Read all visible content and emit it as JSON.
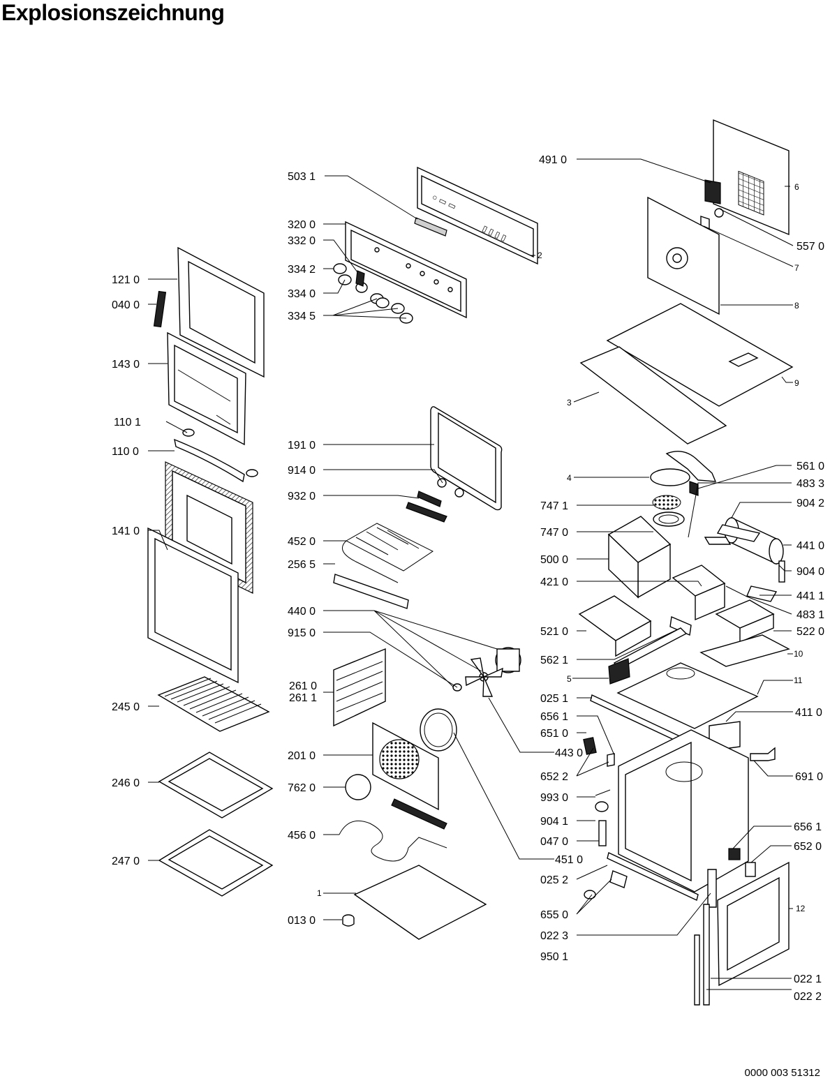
{
  "title": "Explosionszeichnung",
  "document_number": "0000 003 51312",
  "labels": [
    {
      "id": "l-4910",
      "text": "491 0"
    },
    {
      "id": "l-6",
      "text": "6"
    },
    {
      "id": "l-5031",
      "text": "503 1"
    },
    {
      "id": "l-5570",
      "text": "557 0"
    },
    {
      "id": "l-3200",
      "text": "320 0"
    },
    {
      "id": "l-3320",
      "text": "332 0"
    },
    {
      "id": "l-2",
      "text": "2"
    },
    {
      "id": "l-3342",
      "text": "334 2"
    },
    {
      "id": "l-7",
      "text": "7"
    },
    {
      "id": "l-1210",
      "text": "121 0"
    },
    {
      "id": "l-3340",
      "text": "334 0"
    },
    {
      "id": "l-0400",
      "text": "040 0"
    },
    {
      "id": "l-8",
      "text": "8"
    },
    {
      "id": "l-3345",
      "text": "334 5"
    },
    {
      "id": "l-1430",
      "text": "143 0"
    },
    {
      "id": "l-9",
      "text": "9"
    },
    {
      "id": "l-3",
      "text": "3"
    },
    {
      "id": "l-1101",
      "text": "110 1"
    },
    {
      "id": "l-1910",
      "text": "191 0"
    },
    {
      "id": "l-1100",
      "text": "110 0"
    },
    {
      "id": "l-9140",
      "text": "914 0"
    },
    {
      "id": "l-5610",
      "text": "561 0"
    },
    {
      "id": "l-4",
      "text": "4"
    },
    {
      "id": "l-4833",
      "text": "483 3"
    },
    {
      "id": "l-9320",
      "text": "932 0"
    },
    {
      "id": "l-7471",
      "text": "747 1"
    },
    {
      "id": "l-9042",
      "text": "904 2"
    },
    {
      "id": "l-1410",
      "text": "141 0"
    },
    {
      "id": "l-7470",
      "text": "747 0"
    },
    {
      "id": "l-4520",
      "text": "452 0"
    },
    {
      "id": "l-4410",
      "text": "441 0"
    },
    {
      "id": "l-5000",
      "text": "500 0"
    },
    {
      "id": "l-2565",
      "text": "256 5"
    },
    {
      "id": "l-9040",
      "text": "904 0"
    },
    {
      "id": "l-4210",
      "text": "421 0"
    },
    {
      "id": "l-4411",
      "text": "441 1"
    },
    {
      "id": "l-4400",
      "text": "440 0"
    },
    {
      "id": "l-4831",
      "text": "483 1"
    },
    {
      "id": "l-9150",
      "text": "915 0"
    },
    {
      "id": "l-5210",
      "text": "521 0"
    },
    {
      "id": "l-5220",
      "text": "522 0"
    },
    {
      "id": "l-10",
      "text": "10"
    },
    {
      "id": "l-5621",
      "text": "562 1"
    },
    {
      "id": "l-2610",
      "text": "261 0"
    },
    {
      "id": "l-2611",
      "text": "261 1"
    },
    {
      "id": "l-5",
      "text": "5"
    },
    {
      "id": "l-11",
      "text": "11"
    },
    {
      "id": "l-2450",
      "text": "245 0"
    },
    {
      "id": "l-0251",
      "text": "025 1"
    },
    {
      "id": "l-4110",
      "text": "411 0"
    },
    {
      "id": "l-6561a",
      "text": "656 1"
    },
    {
      "id": "l-6510",
      "text": "651 0"
    },
    {
      "id": "l-2010",
      "text": "201 0"
    },
    {
      "id": "l-4430",
      "text": "443 0"
    },
    {
      "id": "l-6522",
      "text": "652 2"
    },
    {
      "id": "l-6910",
      "text": "691 0"
    },
    {
      "id": "l-2460",
      "text": "246 0"
    },
    {
      "id": "l-7620",
      "text": "762 0"
    },
    {
      "id": "l-9930",
      "text": "993 0"
    },
    {
      "id": "l-9041",
      "text": "904 1"
    },
    {
      "id": "l-6561b",
      "text": "656 1"
    },
    {
      "id": "l-4560",
      "text": "456 0"
    },
    {
      "id": "l-0470",
      "text": "047 0"
    },
    {
      "id": "l-6520",
      "text": "652 0"
    },
    {
      "id": "l-2470",
      "text": "247 0"
    },
    {
      "id": "l-4510",
      "text": "451 0"
    },
    {
      "id": "l-0252",
      "text": "025 2"
    },
    {
      "id": "l-1",
      "text": "1"
    },
    {
      "id": "l-12",
      "text": "12"
    },
    {
      "id": "l-6550",
      "text": "655 0"
    },
    {
      "id": "l-0130",
      "text": "013 0"
    },
    {
      "id": "l-0223",
      "text": "022 3"
    },
    {
      "id": "l-9501",
      "text": "950 1"
    },
    {
      "id": "l-0221",
      "text": "022 1"
    },
    {
      "id": "l-0222",
      "text": "022 2"
    }
  ]
}
